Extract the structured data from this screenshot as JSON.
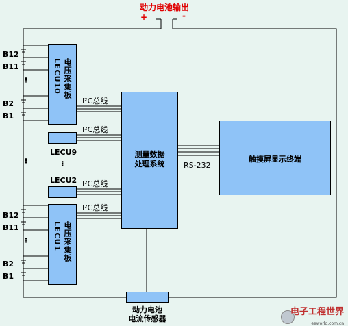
{
  "title": "动力电池输出",
  "plus": "+",
  "minus": "-",
  "modules": {
    "board_top": "电压采集板\nLECU10",
    "board_bottom": "电压采集板\nLECU1",
    "lecu9": "LECU9",
    "lecu2": "LECU2",
    "processor": "测量数据\n处理系统",
    "terminal": "触摸屏显示终端",
    "sensor": "动力电池\n电流传感器"
  },
  "batteries": {
    "top": [
      "B12",
      "B11",
      "B2",
      "B1"
    ],
    "bottom": [
      "B12",
      "B11",
      "B2",
      "B1"
    ]
  },
  "bus": [
    "I²C总线",
    "I²C总线",
    "I²C总线",
    "I²C总线"
  ],
  "rs232": "RS-232",
  "watermark": {
    "brand": "电子工程世界",
    "site": "eeworld.com.cn"
  },
  "colors": {
    "box": "#8fc3f7",
    "title": "#e00000",
    "background": "#e8f4f0"
  }
}
